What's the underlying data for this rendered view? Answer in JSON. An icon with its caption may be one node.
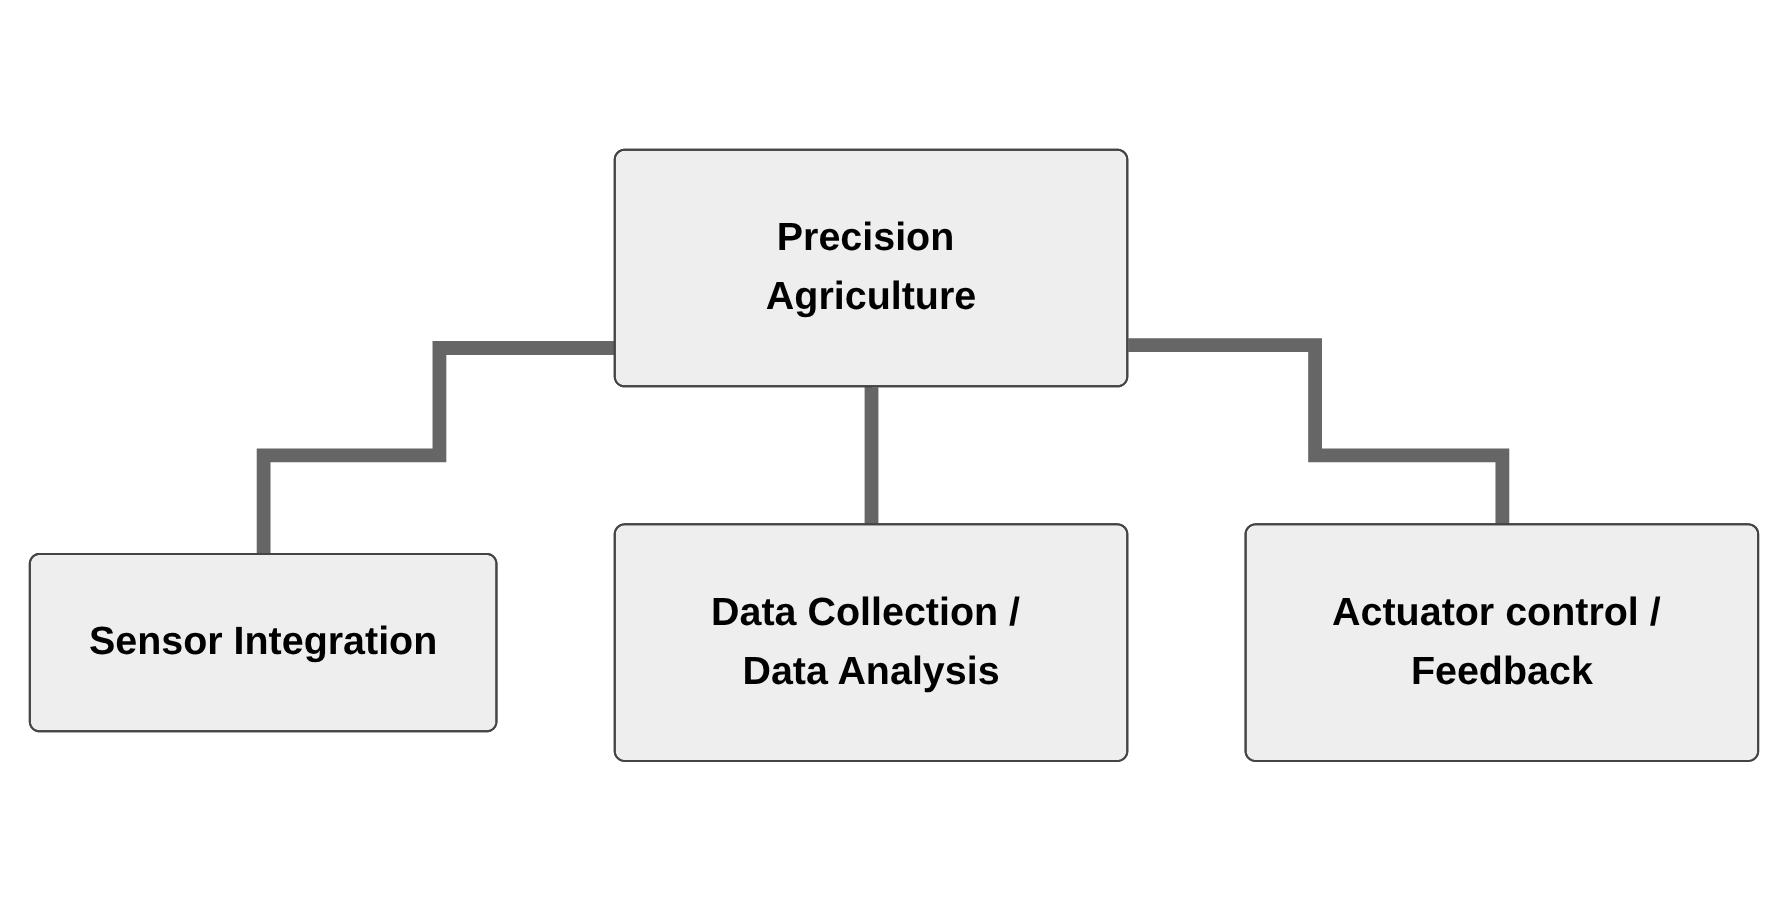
{
  "diagram": {
    "nodes": [
      {
        "text": [
          "Precision Agriculture"
        ]
      },
      {
        "text": [
          "Sensor Integration"
        ]
      },
      {
        "text": [
          "Data Collection / Data Analysis"
        ]
      },
      {
        "text": [
          "Actuator control / Feedback"
        ]
      }
    ],
    "edges": [
      {
        "from": 0,
        "to": 1,
        "arrow": "none"
      },
      {
        "from": 0,
        "to": 2,
        "arrow": "none"
      },
      {
        "from": 0,
        "to": 3,
        "arrow": "none"
      }
    ]
  }
}
